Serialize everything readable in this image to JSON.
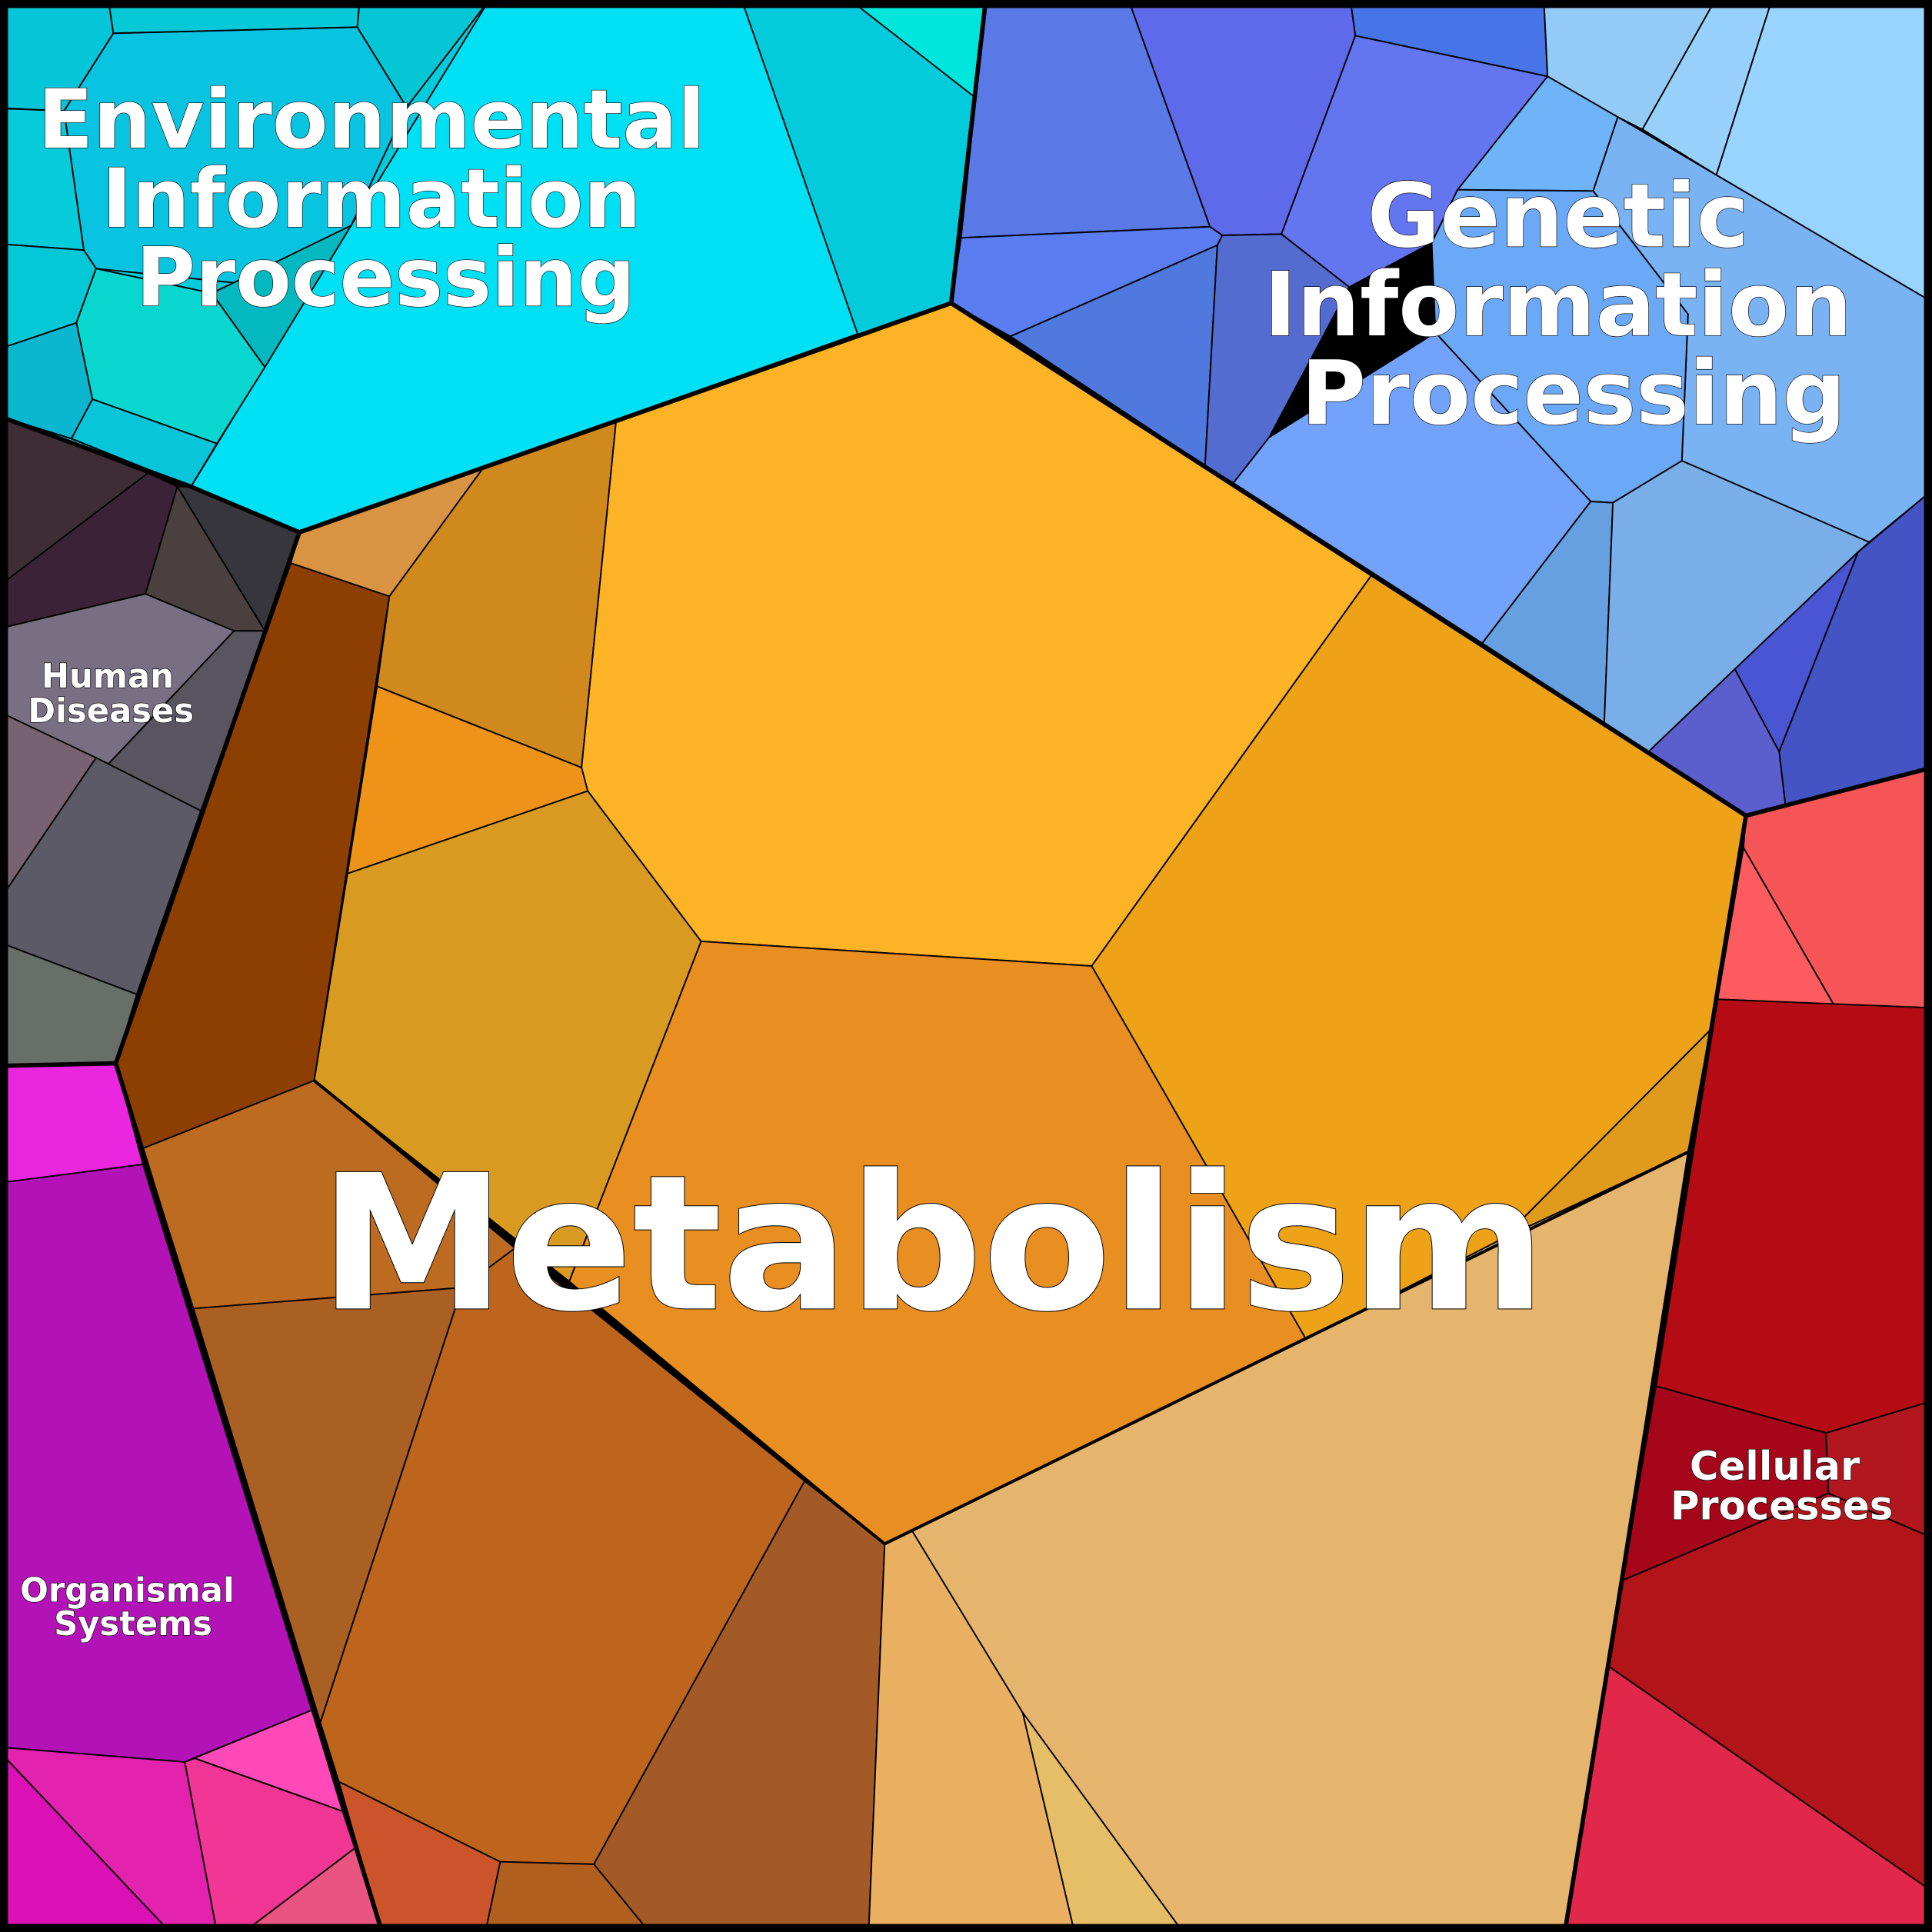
{
  "title": "Voronoi treemap of KEGG pathway categories",
  "categories": [
    {
      "id": "environmental",
      "lines": [
        "Environmental",
        "Information",
        "Processing"
      ],
      "color": "#00e0f5"
    },
    {
      "id": "genetic",
      "lines": [
        "Genetic",
        "Information",
        "Processing"
      ],
      "color": "#6ea6fb"
    },
    {
      "id": "human",
      "lines": [
        "Human",
        "Diseases"
      ],
      "color": "#5c5a66"
    },
    {
      "id": "organismal",
      "lines": [
        "Organismal",
        "Systems"
      ],
      "color": "#b312b6"
    },
    {
      "id": "cellular",
      "lines": [
        "Cellular",
        "Processes"
      ],
      "color": "#b20a15"
    },
    {
      "id": "metabolism",
      "lines": [
        "Metabolism"
      ],
      "color": "#fcb426"
    }
  ]
}
